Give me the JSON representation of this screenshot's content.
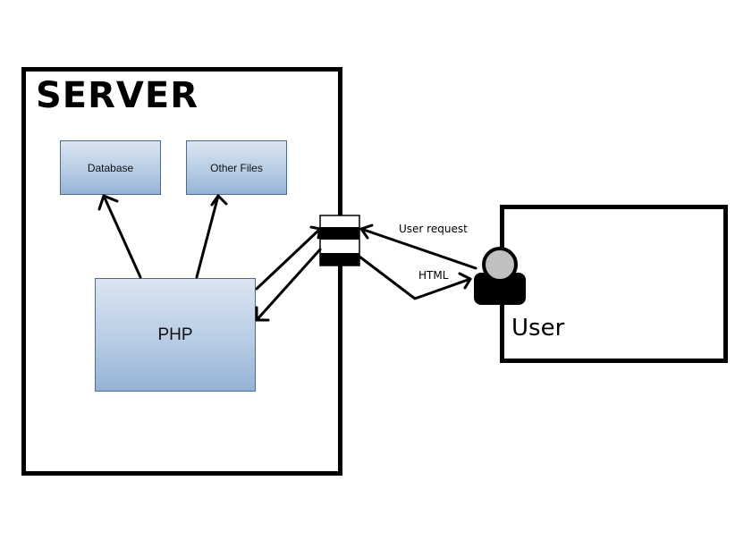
{
  "diagram": {
    "server": {
      "title": "SERVER",
      "components": {
        "database": "Database",
        "other_files": "Other Files",
        "php": "PHP"
      }
    },
    "client": {
      "title": "User"
    },
    "connections": {
      "user_request_label": "User request",
      "html_label": "HTML"
    },
    "edges": [
      {
        "from": "PHP",
        "to": "Database",
        "direction": "one-way"
      },
      {
        "from": "PHP",
        "to": "Other Files",
        "direction": "one-way"
      },
      {
        "from": "PHP",
        "to": "Gateway",
        "direction": "one-way"
      },
      {
        "from": "Gateway",
        "to": "PHP",
        "direction": "one-way"
      },
      {
        "from": "User",
        "to": "Gateway",
        "label": "User request"
      },
      {
        "from": "Gateway",
        "to": "User",
        "label": "HTML"
      }
    ],
    "colors": {
      "component_fill_top": "#dbe5f1",
      "component_fill_bottom": "#95b3d7",
      "component_border": "#4a6a90",
      "user_head": "#c0c0c0",
      "ink": "#000000"
    }
  }
}
